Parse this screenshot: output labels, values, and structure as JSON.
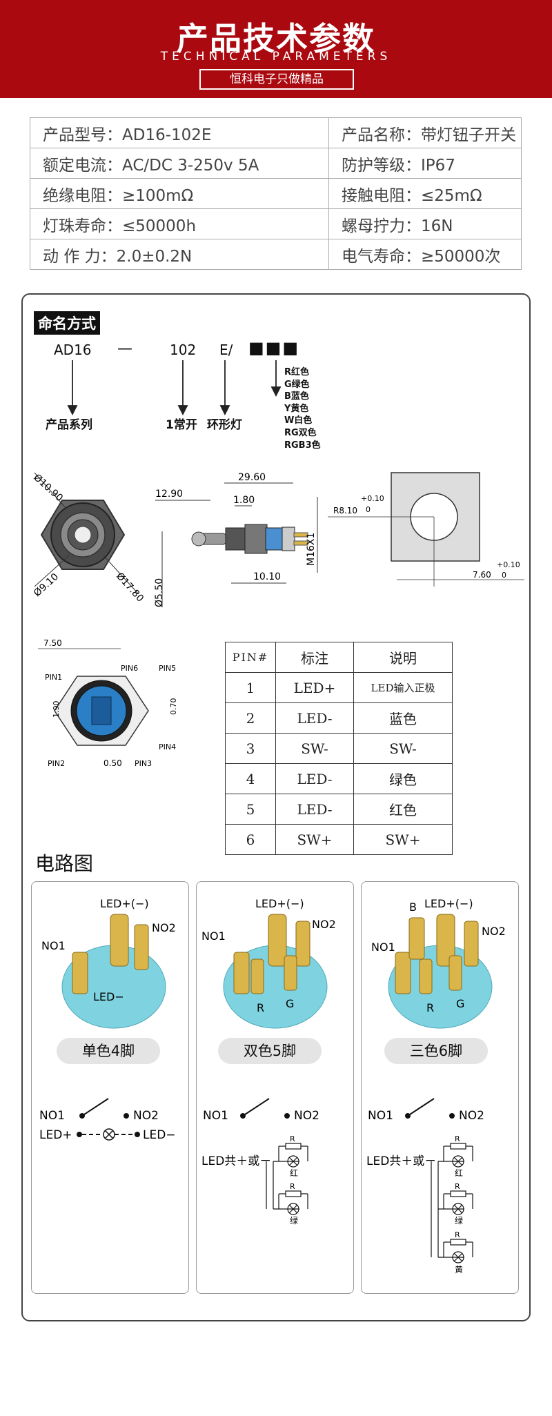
{
  "header": {
    "title": "产品技术参数",
    "subtitle": "TECHNICAL PARAMETERS",
    "tagline": "恒科电子只做精品"
  },
  "params": [
    [
      "产品型号：AD16-102E",
      "产品名称：带灯钮子开关"
    ],
    [
      "额定电流：AC/DC 3-250v 5A",
      "防护等级：IP67"
    ],
    [
      "绝缘电阻：≥100mΩ",
      "接触电阻：≤25mΩ"
    ],
    [
      "灯珠寿命：≤50000h",
      "螺母拧力：16N"
    ],
    [
      "动 作 力：2.0±0.2N",
      "电气寿命：≥50000次"
    ]
  ],
  "naming": {
    "label": "命名方式",
    "code_series": "AD16",
    "code_dash": "—",
    "code_contact": "102",
    "code_lamp": "E/",
    "code_color": "■■■",
    "desc_series": "产品系列",
    "desc_contact": "1常开",
    "desc_lamp": "环形灯",
    "colors": [
      "R红色",
      "G绿色",
      "B蓝色",
      "Y黄色",
      "W白色",
      "RG双色",
      "RGB3色"
    ]
  },
  "dims": {
    "d_10_90": "Ø10.90",
    "d_9_10": "Ø9.10",
    "d_17_80": "Ø17.80",
    "d_12_90": "12.90",
    "d_29_60": "29.60",
    "d_1_80": "1.80",
    "d_5_50": "Ø5.50",
    "d_10_10": "10.10",
    "d_m16": "M16X1",
    "cut_r": "R8.10",
    "cut_tol_top": "+0.10",
    "cut_tol_bot": "0",
    "cut_w": "7.60",
    "cut_tol2_top": "+0.10",
    "cut_tol2_bot": "0",
    "p_7_50": "7.50",
    "p_1_90": "1.90",
    "p_0_70": "0.70",
    "p_0_50": "0.50",
    "pins": [
      "PIN1",
      "PIN6",
      "PIN5",
      "PIN4",
      "PIN3",
      "PIN2"
    ]
  },
  "pin_table": {
    "headers": [
      "PIN#",
      "标注",
      "说明"
    ],
    "rows": [
      [
        "1",
        "LED+",
        "LED输入正极"
      ],
      [
        "2",
        "LED-",
        "蓝色"
      ],
      [
        "3",
        "SW-",
        "SW-"
      ],
      [
        "4",
        "LED-",
        "绿色"
      ],
      [
        "5",
        "LED-",
        "红色"
      ],
      [
        "6",
        "SW+",
        "SW+"
      ]
    ]
  },
  "circuit": {
    "title": "电路图",
    "panels": [
      {
        "name": "单色4脚",
        "led_top": "LED+(−)",
        "no2": "NO2",
        "no1": "NO1",
        "led_minus": "LED−"
      },
      {
        "name": "双色5脚",
        "led_top": "LED+(−)",
        "no2": "NO2",
        "no1": "NO1",
        "r": "R",
        "g": "G"
      },
      {
        "name": "三色6脚",
        "led_top": "LED+(−)",
        "no2": "NO2",
        "no1": "NO1",
        "r": "R",
        "g": "G",
        "b": "B"
      }
    ],
    "sw_no1": "NO1",
    "sw_no2": "NO2",
    "p1_led_plus": "LED+",
    "p1_led_minus": "LED−",
    "led_common": "LED共＋或－",
    "res": "R",
    "c_red": "红",
    "c_green": "绿",
    "c_yellow": "黄"
  },
  "colors": {
    "header_bg": "#a9090f",
    "connector_body": "#7fd3e0",
    "terminal": "#d9b54a"
  }
}
